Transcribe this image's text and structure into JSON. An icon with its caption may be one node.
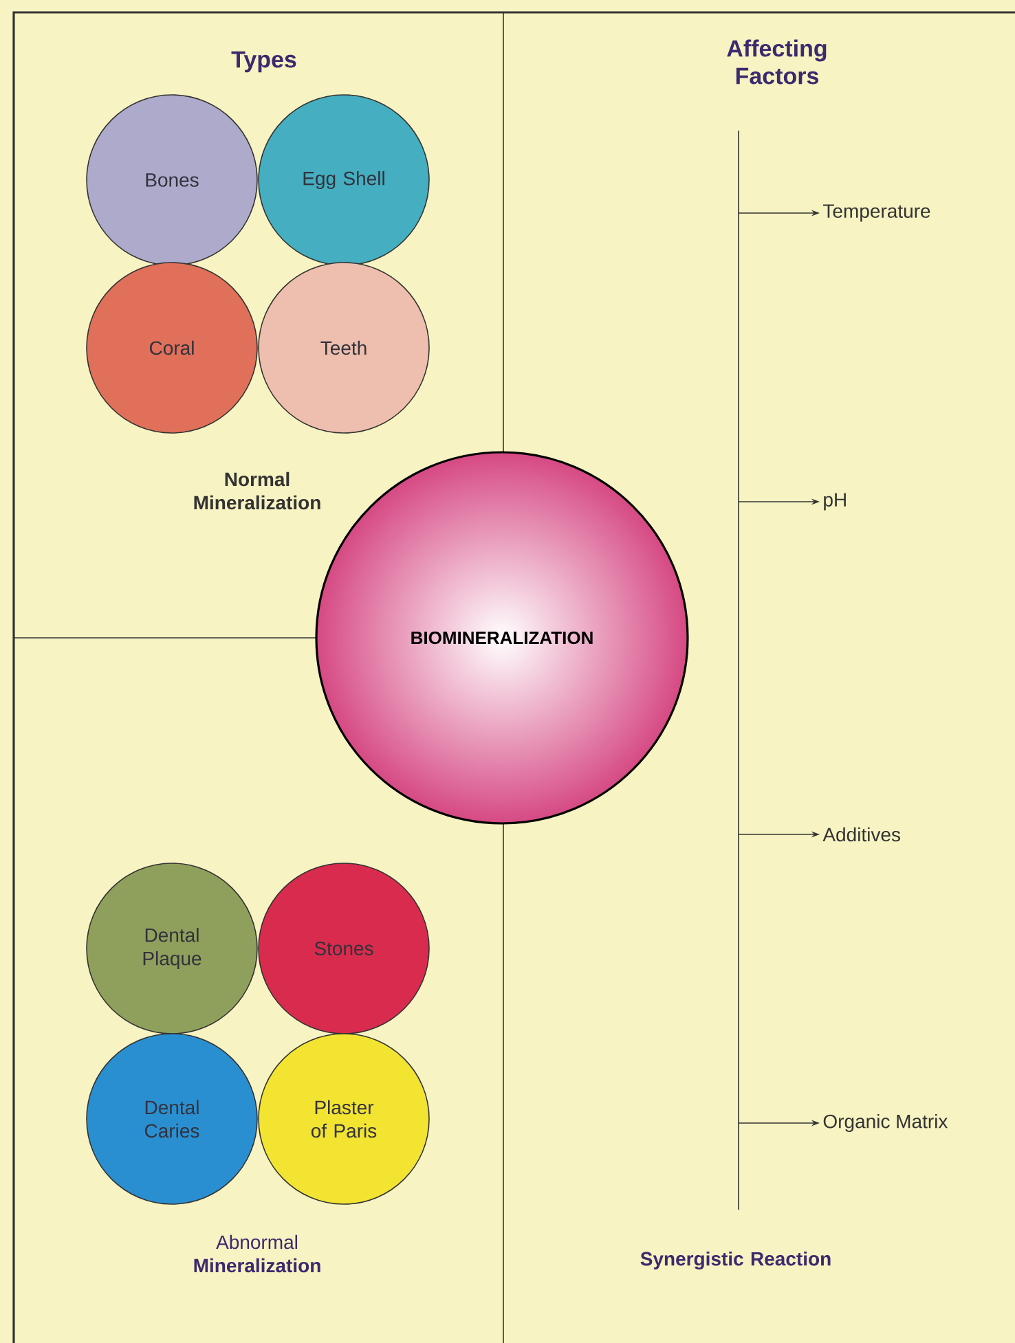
{
  "diagram": {
    "nodes": [
      {
        "text": [
          "BIOMINERALIZATION"
        ]
      },
      {
        "text": [
          "Bones"
        ]
      },
      {
        "text": [
          "Egg Shell"
        ]
      },
      {
        "text": [
          "Coral"
        ]
      },
      {
        "text": [
          "Teeth"
        ]
      },
      {
        "text": [
          "Dental Plaque"
        ]
      },
      {
        "text": [
          "Stones"
        ]
      },
      {
        "text": [
          "Dental Caries"
        ]
      },
      {
        "text": [
          "Plaster of Paris"
        ]
      },
      {
        "text": [
          "Temperature"
        ]
      },
      {
        "text": [
          "pH"
        ]
      },
      {
        "text": [
          "Additives"
        ]
      },
      {
        "text": [
          "Organic Matrix"
        ]
      }
    ],
    "edges": [
      {
        "from": null,
        "to": 9,
        "arrow": "to"
      },
      {
        "from": null,
        "to": 10,
        "arrow": "to"
      },
      {
        "from": null,
        "to": 11,
        "arrow": "to"
      },
      {
        "from": null,
        "to": 12,
        "arrow": "to"
      }
    ],
    "labels": [
      "Types",
      "Affecting Factors",
      "Normal Mineralization",
      "Abnormal **Mineralization**",
      "Synergistic Reaction"
    ]
  }
}
